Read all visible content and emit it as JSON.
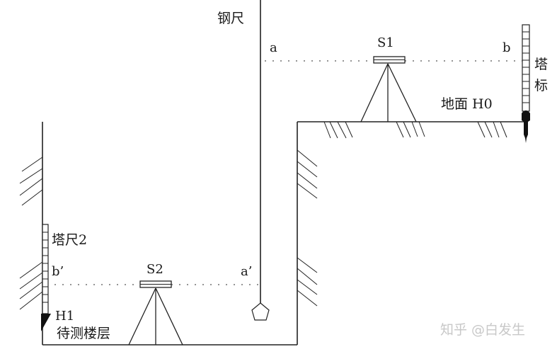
{
  "diagram": {
    "type": "leveling-elevation-transfer",
    "labels": {
      "steel_tape": "钢尺",
      "point_a": "a",
      "point_b": "b",
      "station_1": "S1",
      "staff_1": "塔标",
      "ground": "地面 H0",
      "staff_2": "塔尺2",
      "point_b_prime": "b’",
      "station_2": "S2",
      "point_a_prime": "a’",
      "benchmark_h1": "H1",
      "target_floor": "待测楼层"
    },
    "watermark": "知乎 @白发生",
    "colors": {
      "line": "#222222",
      "dotted": "#555555",
      "watermark": "#c8c8c8",
      "background": "#ffffff"
    }
  }
}
